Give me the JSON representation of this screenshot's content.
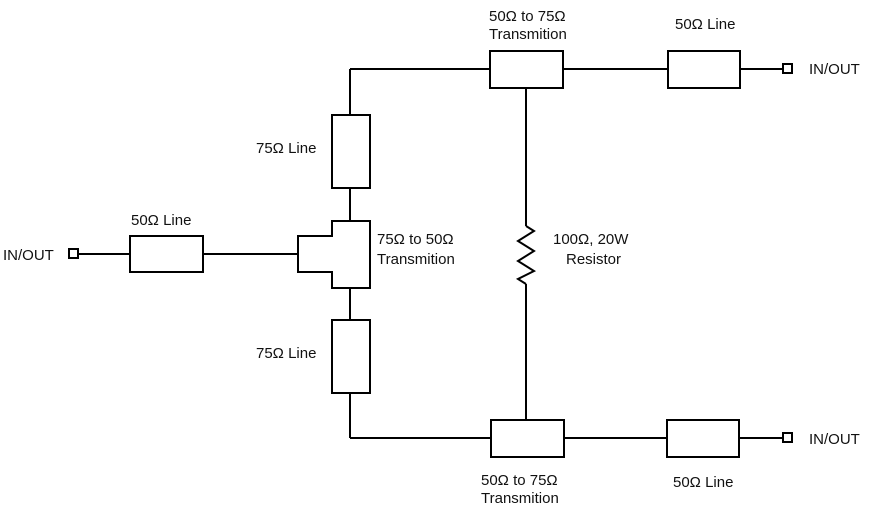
{
  "ports": {
    "left": "IN/OUT",
    "top_right": "IN/OUT",
    "bottom_right": "IN/OUT"
  },
  "components": {
    "left_line": "50Ω Line",
    "upper_line_75": "75Ω Line",
    "lower_line_75": "75Ω Line",
    "junction_transformer": [
      "75Ω to 50Ω",
      "Transmition"
    ],
    "top_transformer": [
      "50Ω to 75Ω",
      "Transmition"
    ],
    "bottom_transformer": [
      "50Ω to 75Ω",
      "Transmition"
    ],
    "top_right_line": "50Ω Line",
    "bottom_right_line": "50Ω Line",
    "resistor": [
      "100Ω, 20W",
      "Resistor"
    ]
  }
}
